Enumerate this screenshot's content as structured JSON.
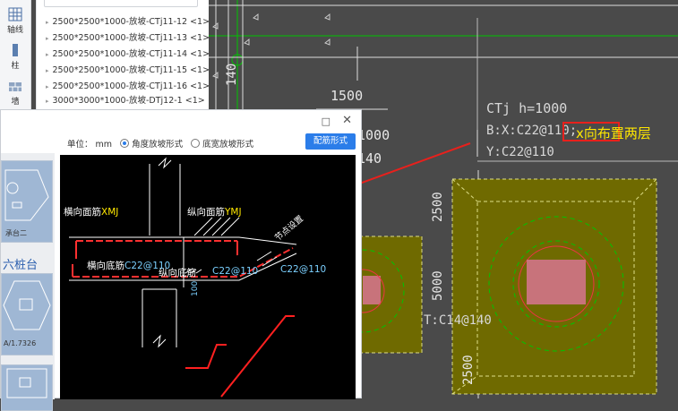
{
  "toolbar": {
    "items": [
      {
        "label": "轴线",
        "icon": "grid-icon"
      },
      {
        "label": "柱",
        "icon": "column-icon"
      },
      {
        "label": "墙",
        "icon": "wall-icon"
      }
    ]
  },
  "tree": {
    "items": [
      "2500*2500*1000-放坡-CTj11-12 <1>",
      "2500*2500*1000-放坡-CTj11-13 <1>",
      "2500*2500*1000-放坡-CTj11-14 <1>",
      "2500*2500*1000-放坡-CTj11-15 <1>",
      "2500*2500*1000-放坡-CTj11-16 <1>",
      "3000*3000*1000-放坡-DTj12-1 <1>"
    ]
  },
  "cad": {
    "dim_top": "1500",
    "dim_left": "1000",
    "dim_140": "140",
    "dim_v1": "2500",
    "dim_v2": "5000",
    "dim_v3": "2500",
    "label_title": "CTj  h=1000",
    "label_bx": "B:X:C22@110;",
    "label_y": "Y:C22@110",
    "label_t": "T:C14@140",
    "callout": "x向布置两层",
    "dim_left_top": "140"
  },
  "dialog": {
    "unit_label": "单位：",
    "unit_value": "mm",
    "radio1": "角度放坡形式",
    "radio2": "底宽放坡形式",
    "primary_button": "配筋形式",
    "thumb_label_1": "承台二",
    "thumb_label_2": "六桩台",
    "thumb_label_3": "A/1.7326",
    "drawing": {
      "top_bar": "横向面筋",
      "top_bar_code": "XMJ",
      "long_top": "纵向面筋",
      "long_top_code": "YMJ",
      "bottom_bar": "横向底筋",
      "bottom_bar_code": "C22@110",
      "long_bottom": "纵向底筋",
      "long_bottom_code": "C22@110",
      "side": "C22@110",
      "corner_note": "节点设置",
      "dim_100": "100"
    }
  },
  "colors": {
    "cad_bg": "#4a4a4a",
    "accent": "#2b7de9",
    "highlight_red": "#e8201c",
    "footing_fill": "#6f6a00",
    "green_line": "#00c400"
  }
}
